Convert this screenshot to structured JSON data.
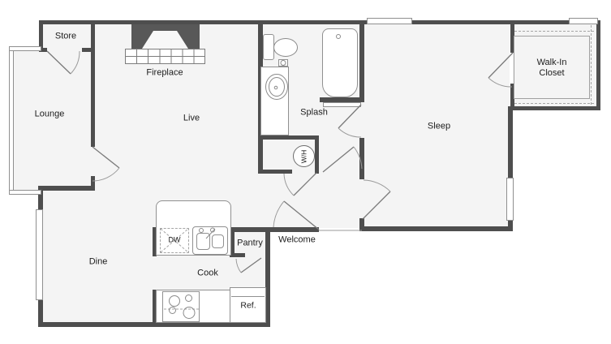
{
  "floorplan": {
    "rooms": {
      "store": "Store",
      "lounge": "Lounge",
      "live": "Live",
      "splash": "Splash",
      "sleep": "Sleep",
      "walk_in_closet_line1": "Walk-In",
      "walk_in_closet_line2": "Closet",
      "dine": "Dine",
      "cook": "Cook",
      "pantry": "Pantry",
      "welcome": "Welcome"
    },
    "fixtures": {
      "fireplace": "Fireplace",
      "dishwasher": "DW",
      "water_heater": "W/H",
      "refrigerator": "Ref."
    },
    "colors": {
      "wall": "#4e4e4e",
      "room_fill": "#f4f4f4",
      "fixture_line": "#909090",
      "fireplace_dark": "#585858",
      "background": "#ffffff"
    }
  }
}
